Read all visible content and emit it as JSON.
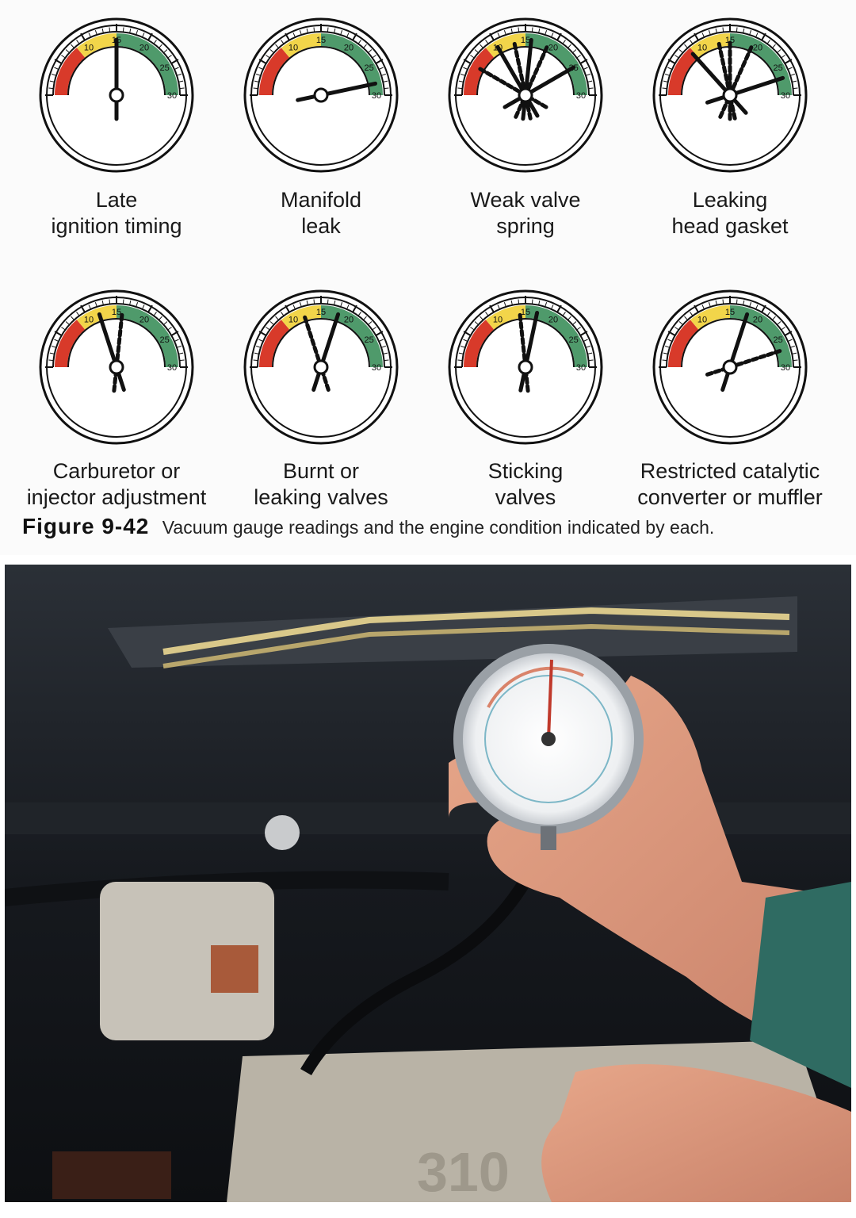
{
  "figure": {
    "number": "Figure 9-42",
    "caption": "Vacuum gauge readings and the engine condition indicated by each."
  },
  "gauge_scale": {
    "min": 0,
    "max": 30,
    "ticks": [
      "10",
      "15",
      "20",
      "25",
      "30"
    ]
  },
  "zone_colors": {
    "red": "#d83a2a",
    "yellow": "#f2d54a",
    "green": "#4f9a6b"
  },
  "gauges": [
    {
      "label": "Late\nignition timing",
      "needles": [
        {
          "value": 15,
          "style": "solid"
        }
      ]
    },
    {
      "label": "Manifold\nleak",
      "needles": [
        {
          "value": 28,
          "style": "solid"
        }
      ]
    },
    {
      "label": "Weak valve\nspring",
      "needles": [
        {
          "value": 5,
          "style": "dashed"
        },
        {
          "value": 10,
          "style": "solid"
        },
        {
          "value": 13,
          "style": "dashed"
        },
        {
          "value": 16,
          "style": "solid"
        },
        {
          "value": 19,
          "style": "dashed"
        },
        {
          "value": 25,
          "style": "solid"
        }
      ]
    },
    {
      "label": "Leaking\nhead gasket",
      "needles": [
        {
          "value": 8,
          "style": "solid"
        },
        {
          "value": 13,
          "style": "dashed"
        },
        {
          "value": 15,
          "style": "dashed"
        },
        {
          "value": 19,
          "style": "dashed"
        },
        {
          "value": 27,
          "style": "solid"
        }
      ]
    },
    {
      "label": "Carburetor or\ninjector adjustment",
      "needles": [
        {
          "value": 12,
          "style": "solid"
        },
        {
          "value": 16,
          "style": "dashed"
        }
      ]
    },
    {
      "label": "Burnt or\nleaking valves",
      "needles": [
        {
          "value": 12,
          "style": "dashed"
        },
        {
          "value": 18,
          "style": "solid"
        }
      ]
    },
    {
      "label": "Sticking\nvalves",
      "needles": [
        {
          "value": 14,
          "style": "dashed"
        },
        {
          "value": 17,
          "style": "solid"
        }
      ]
    },
    {
      "label": "Restricted catalytic\nconverter or muffler",
      "needles": [
        {
          "value": 18,
          "style": "solid"
        },
        {
          "value": 27,
          "style": "dashed"
        }
      ]
    }
  ],
  "photo": {
    "engine_badge": "310"
  }
}
